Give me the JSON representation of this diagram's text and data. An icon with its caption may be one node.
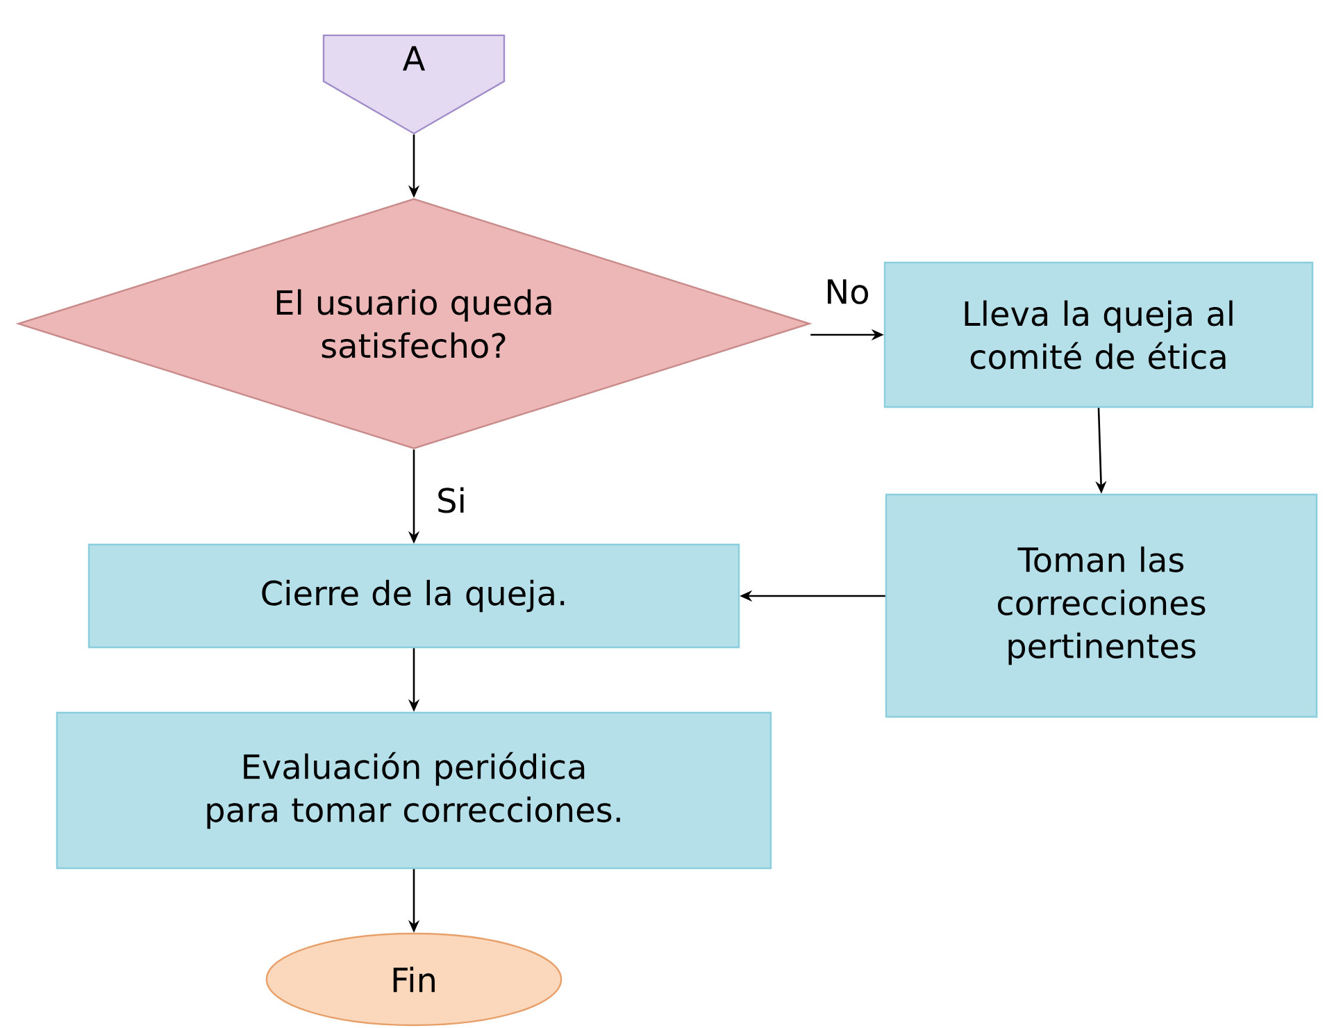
{
  "diagram": {
    "nodes": [
      {
        "text": [
          "A"
        ]
      },
      {
        "text": [
          "El usuario queda satisfecho?"
        ]
      },
      {
        "text": [
          "Lleva la queja al comité de ética"
        ]
      },
      {
        "text": [
          "Toman las correcciones pertinentes"
        ]
      },
      {
        "text": [
          "Cierre de la queja."
        ]
      },
      {
        "text": [
          "Evaluación periódica para tomar correcciones."
        ]
      },
      {
        "text": [
          "Fin"
        ]
      }
    ],
    "edges": [
      {
        "from": 0,
        "to": 1,
        "arrow": "to"
      },
      {
        "from": 1,
        "to": 2,
        "arrow": "to",
        "label": "No"
      },
      {
        "from": 2,
        "to": 3,
        "arrow": "to"
      },
      {
        "from": 3,
        "to": 4,
        "arrow": "to"
      },
      {
        "from": 1,
        "to": 4,
        "arrow": "to",
        "label": "Si"
      },
      {
        "from": 4,
        "to": 5,
        "arrow": "to"
      },
      {
        "from": 5,
        "to": 6,
        "arrow": "to"
      }
    ]
  }
}
